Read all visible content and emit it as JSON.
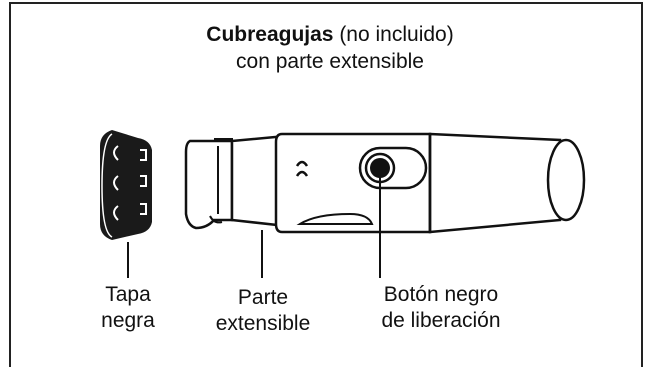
{
  "title": {
    "bold": "Cubreagujas",
    "rest": " (no incluido)",
    "line2": "con parte extensible"
  },
  "labels": {
    "cap": [
      "Tapa",
      "negra"
    ],
    "extension": [
      "Parte",
      "extensible"
    ],
    "release": [
      "Botón negro",
      "de liberación"
    ]
  }
}
